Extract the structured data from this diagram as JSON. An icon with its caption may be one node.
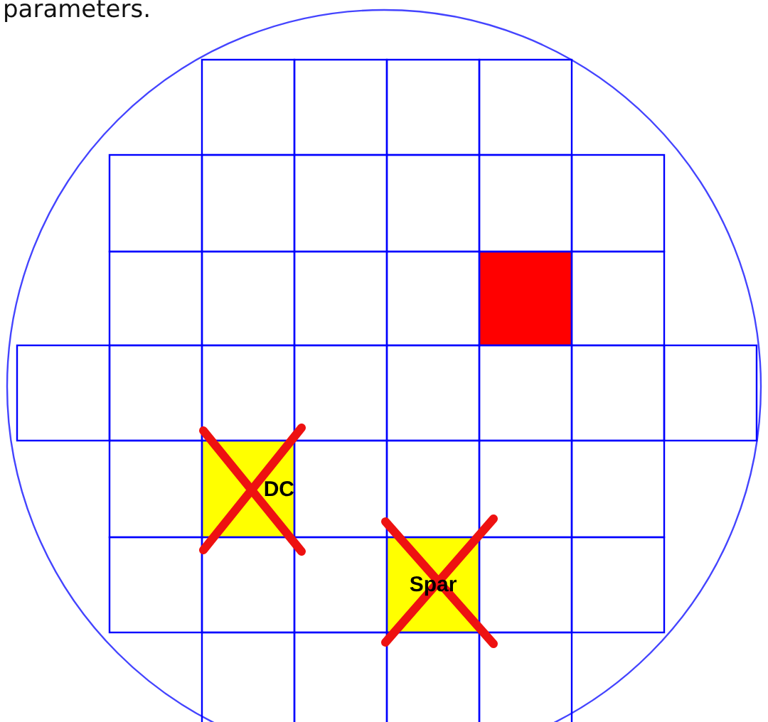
{
  "diagram": {
    "nodes": [
      {
        "text": [
          "DC"
        ]
      },
      {
        "text": [
          "Spar"
        ]
      }
    ],
    "labels": [
      "parameters."
    ]
  }
}
